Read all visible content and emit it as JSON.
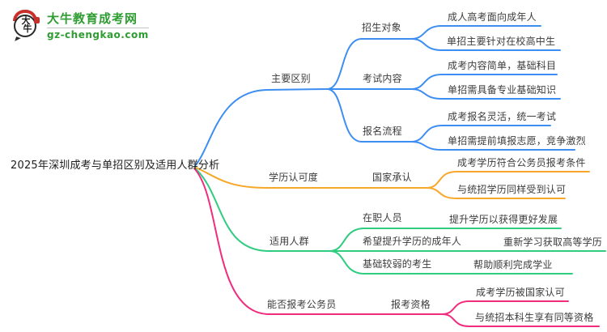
{
  "logo": {
    "site_name": "大牛教育成考网",
    "site_url": "gz-chengkao.com",
    "badge_char_top": "大",
    "badge_char_bottom": "牛"
  },
  "colors": {
    "blue": "#3D8EF2",
    "orange": "#F7A72A",
    "green": "#30CC80",
    "pink": "#F02C7E",
    "logo_green": "#2F9D32",
    "text": "#3C3C3C"
  },
  "mindmap": {
    "root": "2025年深圳成考与单招区别及适用人群分析",
    "branches": [
      {
        "label": "主要区别",
        "children": [
          {
            "label": "招生对象",
            "leaves": [
              "成人高考面向成年人",
              "单招主要针对在校高中生"
            ]
          },
          {
            "label": "考试内容",
            "leaves": [
              "成考内容简单，基础科目",
              "单招需具备专业基础知识"
            ]
          },
          {
            "label": "报名流程",
            "leaves": [
              "成考报名灵活，统一考试",
              "单招需提前填报志愿，竞争激烈"
            ]
          }
        ]
      },
      {
        "label": "学历认可度",
        "children": [
          {
            "label": "国家承认",
            "leaves": [
              "成考学历符合公务员报考条件",
              "与统招学历同样受到认可"
            ]
          }
        ]
      },
      {
        "label": "适用人群",
        "children": [
          {
            "label": "在职人员",
            "leaves": [
              "提升学历以获得更好发展"
            ]
          },
          {
            "label": "希望提升学历的成年人",
            "leaves": [
              "重新学习获取高等学历"
            ]
          },
          {
            "label": "基础较弱的考生",
            "leaves": [
              "帮助顺利完成学业"
            ]
          }
        ]
      },
      {
        "label": "能否报考公务员",
        "children": [
          {
            "label": "报考资格",
            "leaves": [
              "成考学历被国家认可",
              "与统招本科生享有同等资格"
            ]
          }
        ]
      }
    ]
  }
}
